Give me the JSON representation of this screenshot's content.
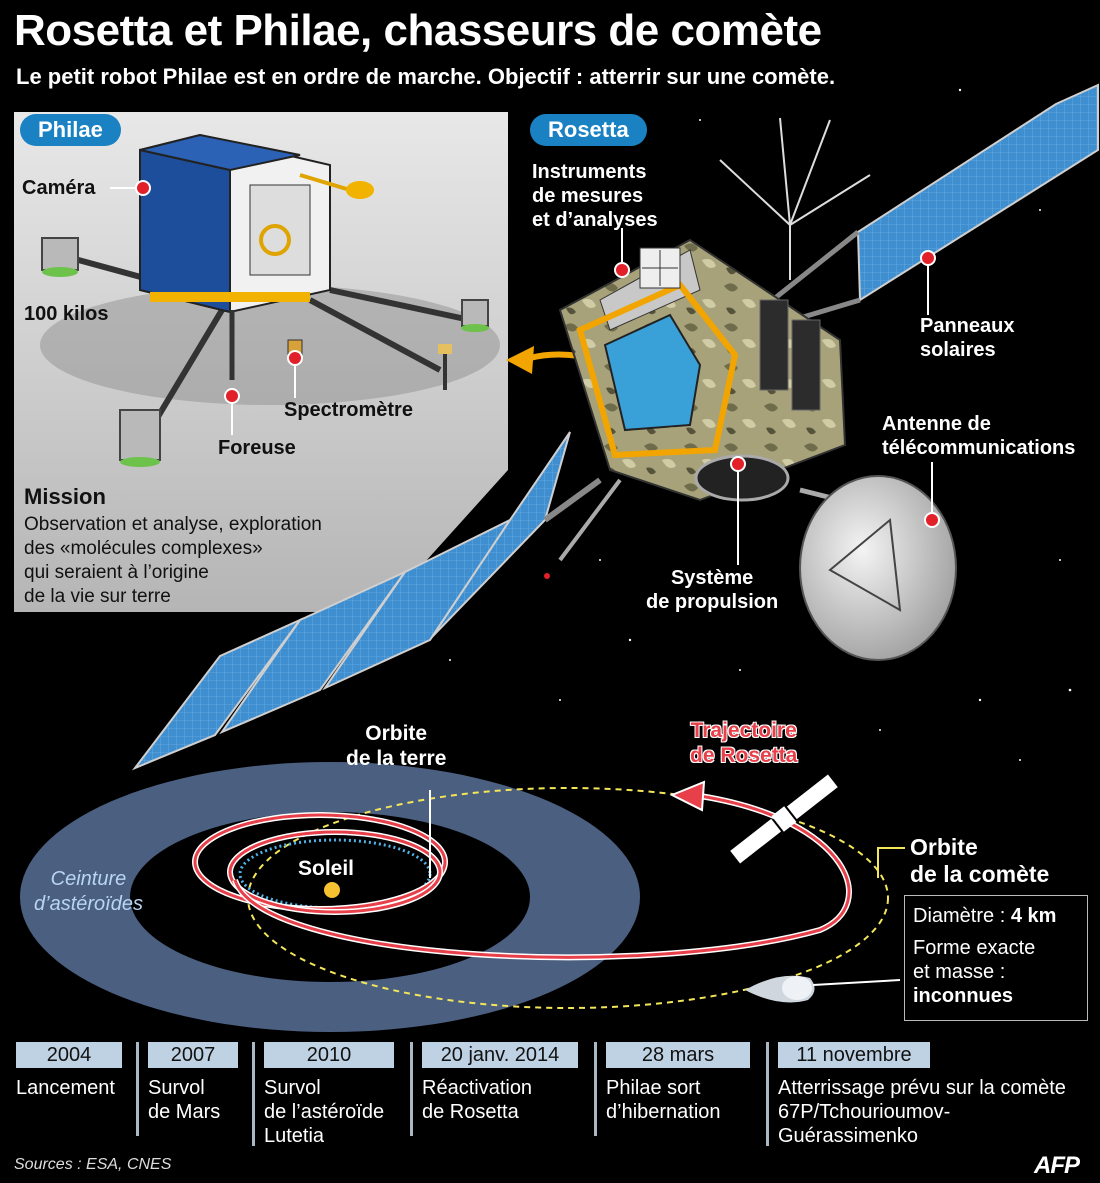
{
  "header": {
    "title": "Rosetta et Philae, chasseurs de comète",
    "subtitle": "Le petit robot Philae est en ordre de marche. Objectif : atterrir sur une comète."
  },
  "philae": {
    "tag": "Philae",
    "labels": {
      "camera": "Caméra",
      "weight": "100 kilos",
      "spectrometre": "Spectromètre",
      "foreuse": "Foreuse"
    },
    "mission": {
      "title": "Mission",
      "text": "Observation et analyse, exploration\ndes «molécules complexes»\nqui seraient à l’origine\nde la vie sur terre"
    }
  },
  "rosetta": {
    "tag": "Rosetta",
    "labels": {
      "instruments": "Instruments\nde mesures\net d’analyses",
      "panneaux": "Panneaux\nsolaires",
      "antenne": "Antenne de\ntélécommunications",
      "propulsion": "Système\nde propulsion"
    }
  },
  "orbits": {
    "terre": "Orbite\nde la terre",
    "trajectoire": "Trajectoire\nde Rosetta",
    "comete": "Orbite\nde la comète",
    "soleil": "Soleil",
    "ceinture": "Ceinture\nd’astéroïdes"
  },
  "comet_info": {
    "diametre_label": "Diamètre : ",
    "diametre_value": "4 km",
    "forme_line1": "Forme exacte",
    "forme_line2": "et masse :",
    "forme_value": "inconnues"
  },
  "timeline": [
    {
      "date": "2004",
      "desc": "Lancement"
    },
    {
      "date": "2007",
      "desc": "Survol\nde Mars"
    },
    {
      "date": "2010",
      "desc": "Survol\nde l’astéroïde\nLutetia"
    },
    {
      "date": "20 janv. 2014",
      "desc": "Réactivation\nde Rosetta"
    },
    {
      "date": "28 mars",
      "desc": "Philae sort\nd’hibernation"
    },
    {
      "date": "11 novembre",
      "desc": "Atterrissage prévu sur la comète\n67P/Tchourioumov-\nGuérassimenko"
    }
  ],
  "footer": {
    "sources": "Sources : ESA, CNES",
    "agency": "AFP"
  },
  "colors": {
    "tag_blue": "#1a82c3",
    "marker_red": "#e2202a",
    "trajectory_red": "#e8404a",
    "belt_blue": "#4b5f80",
    "timeline_date_bg": "#bfd2e4",
    "solar_panel_blue": "#3f8fd0"
  }
}
